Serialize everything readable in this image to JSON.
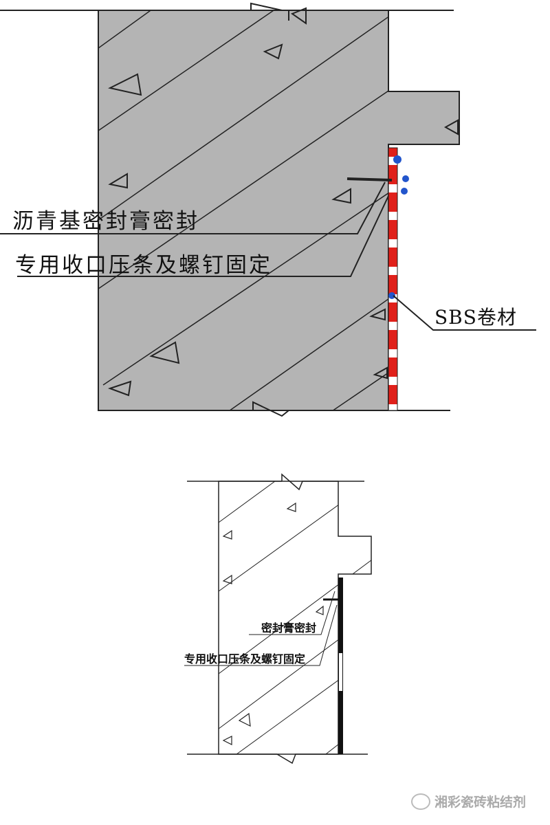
{
  "diagram_top": {
    "label_sealant": "沥青基密封膏密封",
    "label_fixing": "专用收口压条及螺钉固定",
    "label_membrane": "SBS卷材",
    "wall_color": "#b4b4b4",
    "strip_colors": [
      "#e0201a",
      "#ffffff"
    ]
  },
  "diagram_bottom": {
    "label_sealant": "密封膏密封",
    "label_fixing": "专用收口压条及螺钉固定"
  },
  "watermark": "湘彩瓷砖粘结剂"
}
